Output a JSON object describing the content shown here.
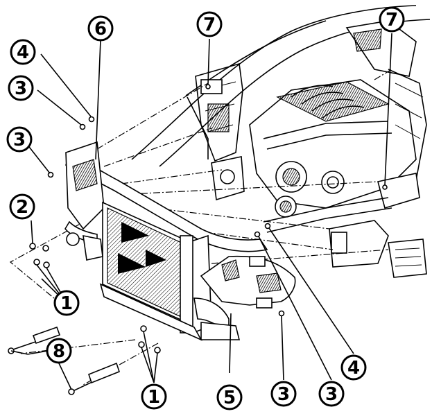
{
  "callouts": [
    {
      "id": "c1",
      "label": "1"
    },
    {
      "id": "c2",
      "label": "2"
    },
    {
      "id": "c3",
      "label": "3"
    },
    {
      "id": "c4",
      "label": "4"
    },
    {
      "id": "c5",
      "label": "5"
    },
    {
      "id": "c6",
      "label": "6"
    },
    {
      "id": "c7",
      "label": "7"
    },
    {
      "id": "c8",
      "label": "8"
    },
    {
      "id": "c9",
      "label": "3"
    },
    {
      "id": "c10",
      "label": "1"
    },
    {
      "id": "c11",
      "label": "7"
    },
    {
      "id": "c12",
      "label": "3"
    },
    {
      "id": "c13",
      "label": "3"
    },
    {
      "id": "c14",
      "label": "4"
    }
  ],
  "colors": {
    "ink": "#000000",
    "paper": "#ffffff"
  }
}
